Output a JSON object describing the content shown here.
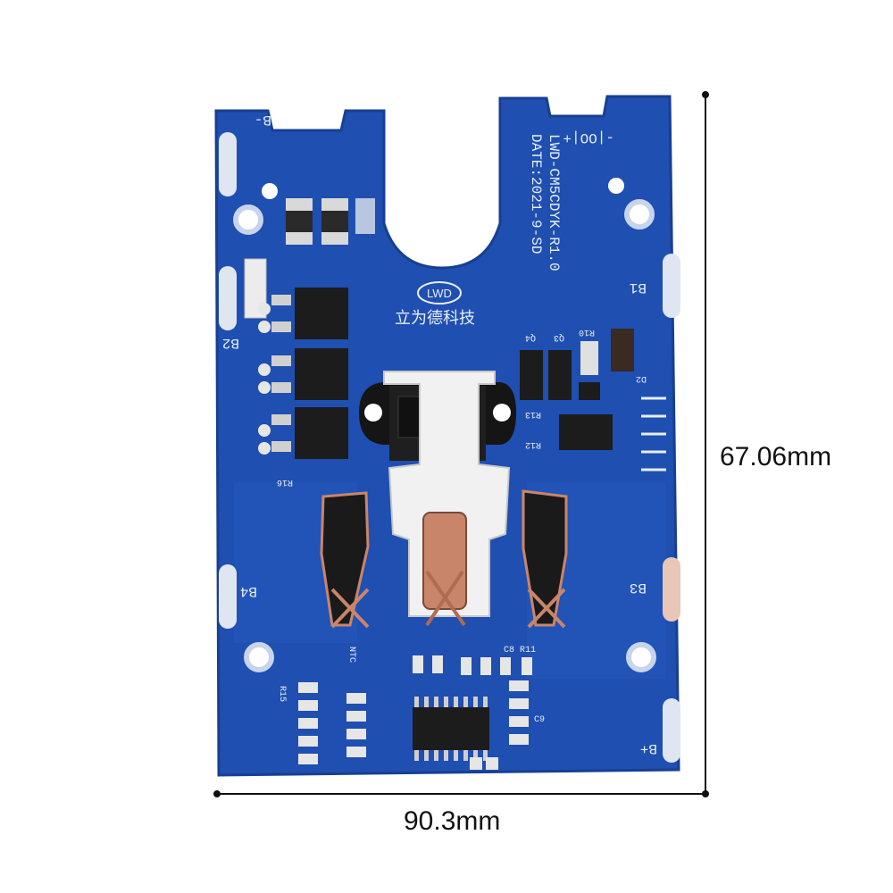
{
  "dimensions": {
    "height_label": "67.06mm",
    "width_label": "90.3mm"
  },
  "board": {
    "model_text": "LWD-CM5CDYK-R1.0",
    "date_text": "DATE:2021-9-SD",
    "logo_text": "LWD",
    "company_text": "立为德科技",
    "pad_labels": [
      "B-",
      "B+",
      "B1",
      "B2",
      "B3",
      "B4"
    ],
    "component_labels": [
      "R16",
      "R13",
      "R12",
      "R11",
      "C8",
      "C9",
      "D2",
      "R10",
      "Q3",
      "Q4",
      "NTC",
      "R15"
    ],
    "polarity_top": "-|OO|+",
    "colors": {
      "pcb": "#1f4fb0",
      "pcb_dark": "#173f93",
      "silkscreen": "#e8eef8",
      "chip": "#1c1c1c",
      "copper": "#c9856a",
      "connector_white": "#f2f2f2"
    }
  }
}
